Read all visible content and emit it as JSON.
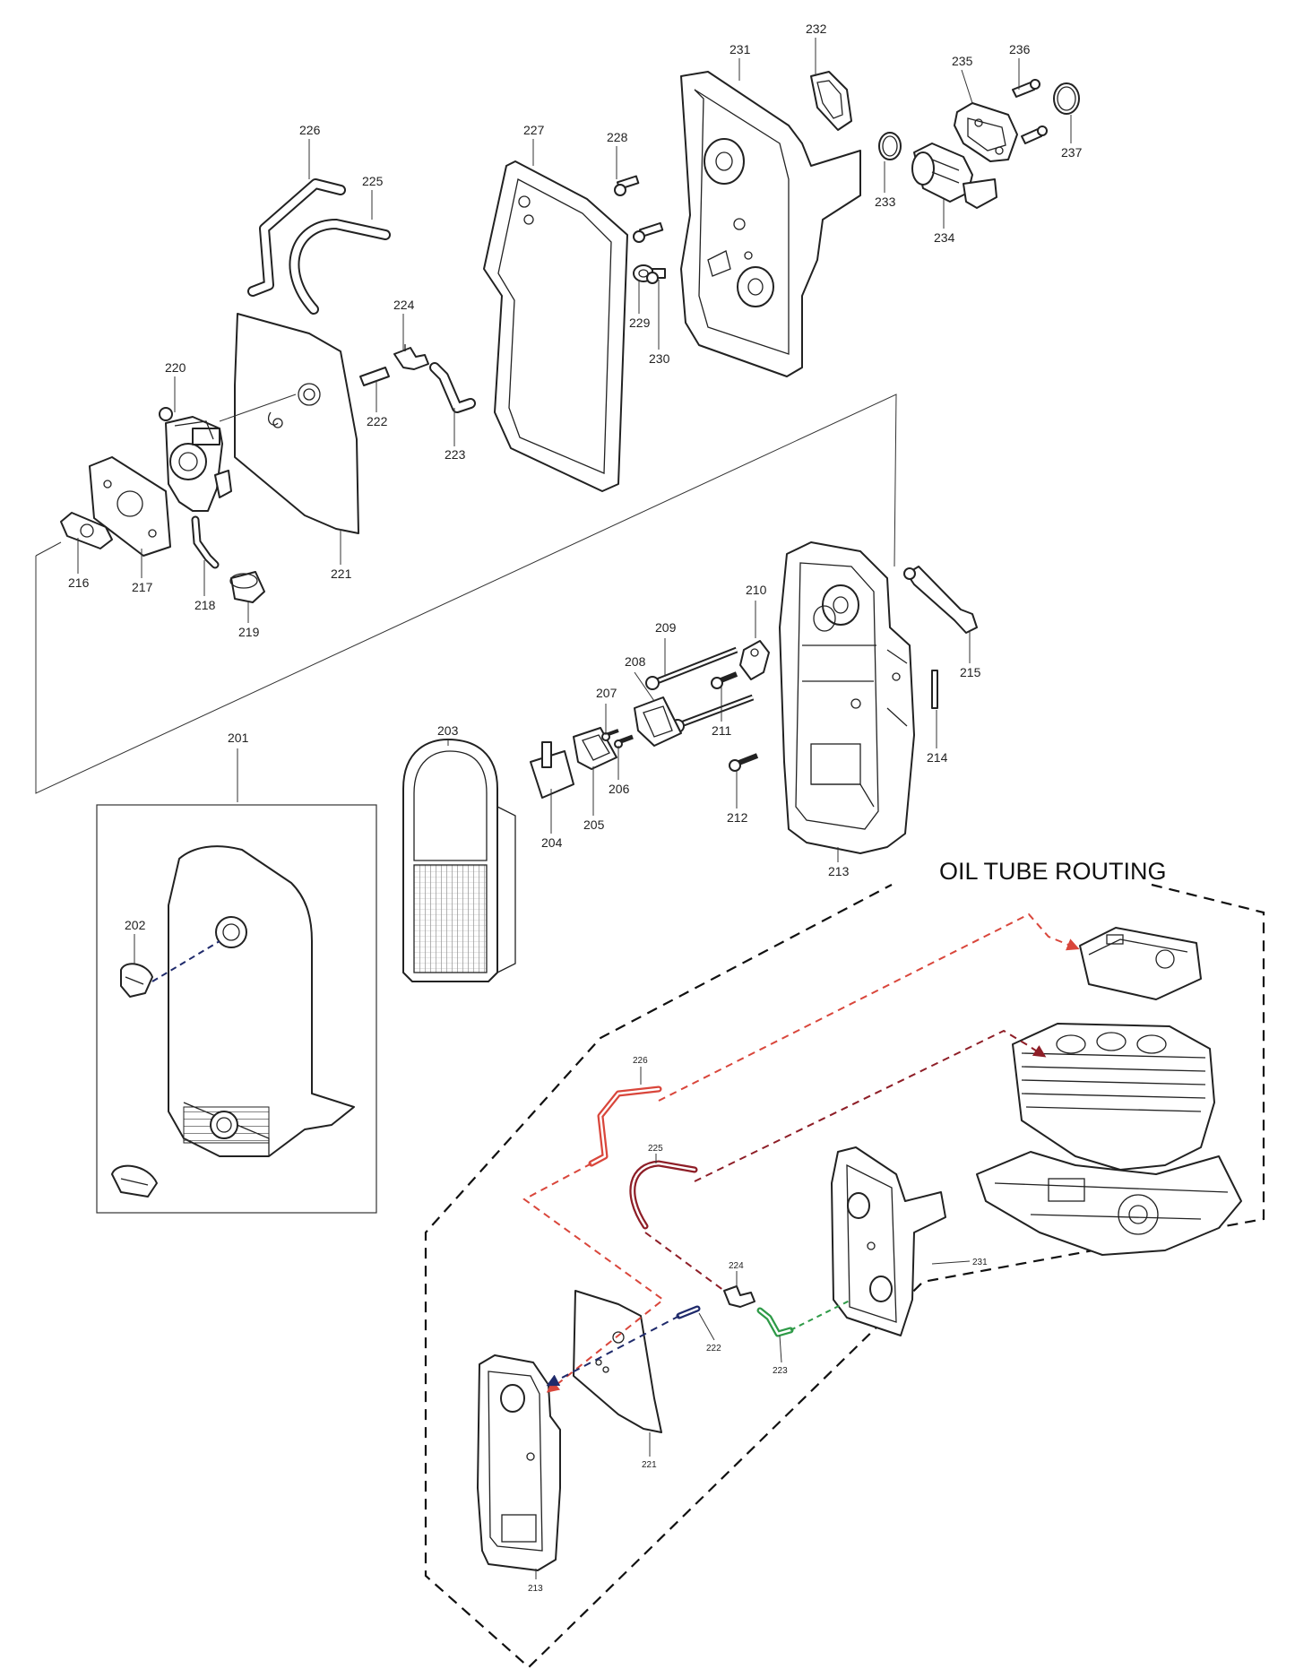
{
  "routing_title": "OIL TUBE ROUTING",
  "colors": {
    "ink": "#222222",
    "red_route": "#d9463b",
    "dark_red_route": "#8e1e27",
    "green_route": "#2e9a47",
    "navy_route": "#1f2a6b",
    "border_dash": "#111111"
  },
  "parts": [
    {
      "id": "201",
      "label": "201"
    },
    {
      "id": "202",
      "label": "202"
    },
    {
      "id": "203",
      "label": "203"
    },
    {
      "id": "204",
      "label": "204"
    },
    {
      "id": "205",
      "label": "205"
    },
    {
      "id": "206",
      "label": "206"
    },
    {
      "id": "207",
      "label": "207"
    },
    {
      "id": "208",
      "label": "208"
    },
    {
      "id": "209",
      "label": "209"
    },
    {
      "id": "210",
      "label": "210"
    },
    {
      "id": "211",
      "label": "211"
    },
    {
      "id": "212",
      "label": "212"
    },
    {
      "id": "213",
      "label": "213"
    },
    {
      "id": "214",
      "label": "214"
    },
    {
      "id": "215",
      "label": "215"
    },
    {
      "id": "216",
      "label": "216"
    },
    {
      "id": "217",
      "label": "217"
    },
    {
      "id": "218",
      "label": "218"
    },
    {
      "id": "219",
      "label": "219"
    },
    {
      "id": "220",
      "label": "220"
    },
    {
      "id": "221",
      "label": "221"
    },
    {
      "id": "222",
      "label": "222"
    },
    {
      "id": "223",
      "label": "223"
    },
    {
      "id": "224",
      "label": "224"
    },
    {
      "id": "225",
      "label": "225"
    },
    {
      "id": "226",
      "label": "226"
    },
    {
      "id": "227",
      "label": "227"
    },
    {
      "id": "228",
      "label": "228"
    },
    {
      "id": "229",
      "label": "229"
    },
    {
      "id": "230",
      "label": "230"
    },
    {
      "id": "231",
      "label": "231"
    },
    {
      "id": "232",
      "label": "232"
    },
    {
      "id": "233",
      "label": "233"
    },
    {
      "id": "234",
      "label": "234"
    },
    {
      "id": "235",
      "label": "235"
    },
    {
      "id": "236",
      "label": "236"
    },
    {
      "id": "237",
      "label": "237"
    }
  ],
  "routing_parts": [
    {
      "id": "226",
      "label": "226"
    },
    {
      "id": "225",
      "label": "225"
    },
    {
      "id": "224",
      "label": "224"
    },
    {
      "id": "222",
      "label": "222"
    },
    {
      "id": "223",
      "label": "223"
    },
    {
      "id": "221",
      "label": "221"
    },
    {
      "id": "231",
      "label": "231"
    },
    {
      "id": "213",
      "label": "213"
    }
  ]
}
